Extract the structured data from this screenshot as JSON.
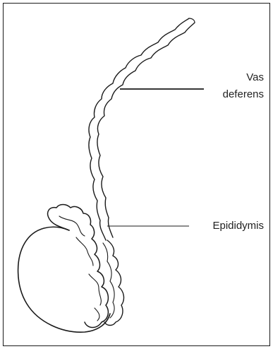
{
  "labels": {
    "vas_deferens_line1": "Vas",
    "vas_deferens_line2": "deferens",
    "epididymis": "Epididymis"
  },
  "colors": {
    "ink": "#1a1a1a",
    "text": "#222222",
    "background": "#ffffff"
  }
}
